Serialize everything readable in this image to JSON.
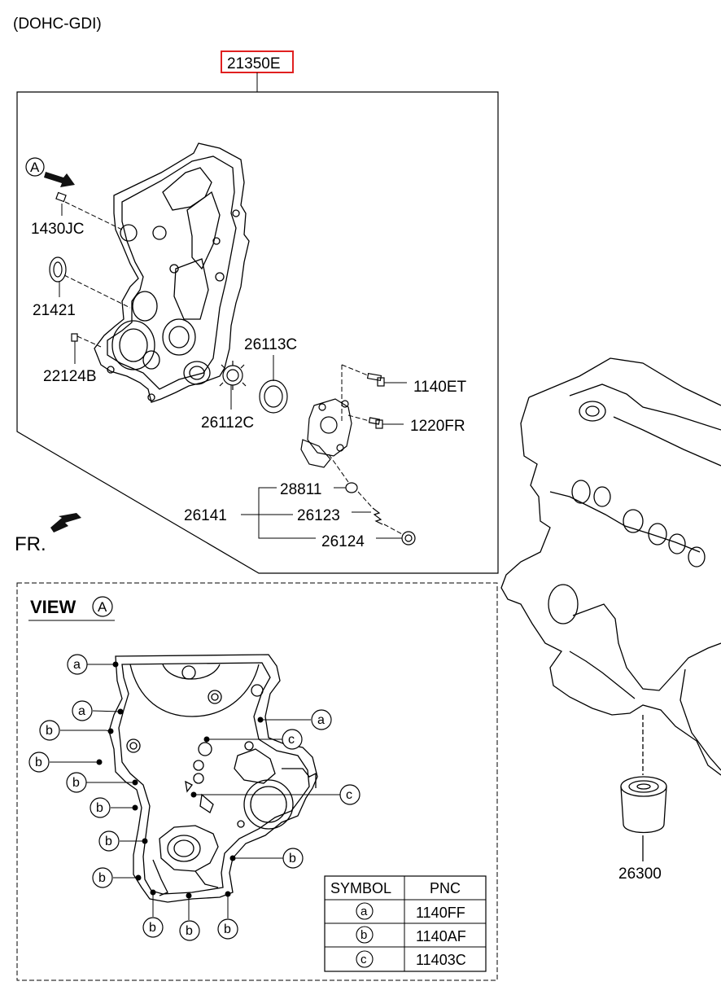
{
  "header": {
    "engine": "(DOHC-GDI)"
  },
  "assembly": {
    "highlighted_part": "21350E",
    "highlight_color": "#e02020"
  },
  "callouts": {
    "part_1430JC": "1430JC",
    "part_21421": "21421",
    "part_22124B": "22124B",
    "part_26113C": "26113C",
    "part_26112C": "26112C",
    "part_1140ET": "1140ET",
    "part_1220FR": "1220FR",
    "part_28811": "28811",
    "part_26141": "26141",
    "part_26123": "26123",
    "part_26124": "26124",
    "part_26300": "26300"
  },
  "view_marker": "A",
  "direction_label": "FR.",
  "view_section": {
    "title": "VIEW",
    "marker": "A"
  },
  "bolt_markers": {
    "a": "a",
    "b": "b",
    "c": "c"
  },
  "legend": {
    "header_symbol": "SYMBOL",
    "header_pnc": "PNC",
    "rows": [
      {
        "symbol": "a",
        "pnc": "1140FF"
      },
      {
        "symbol": "b",
        "pnc": "1140AF"
      },
      {
        "symbol": "c",
        "pnc": "11403C"
      }
    ]
  }
}
